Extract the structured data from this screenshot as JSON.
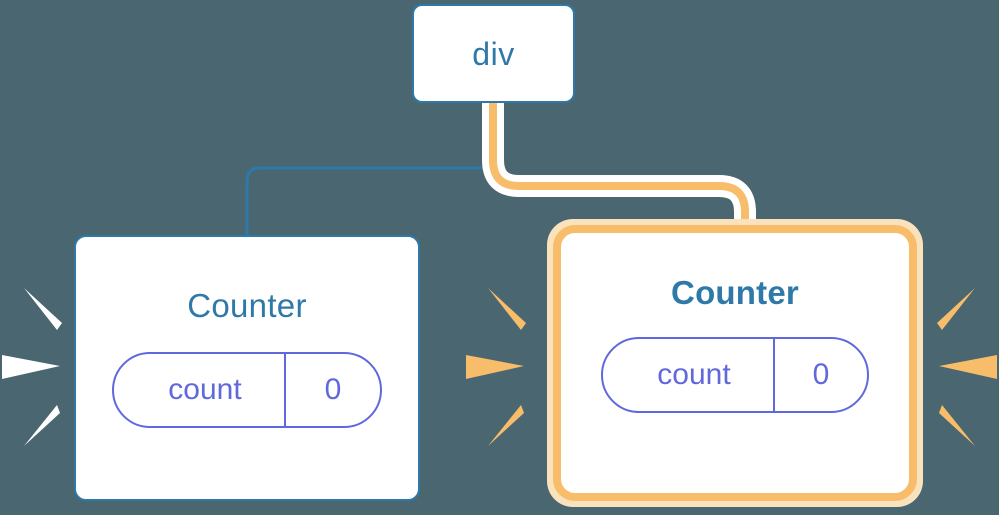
{
  "diagram": {
    "title": "component-update-highlight",
    "background_color": "#4a6670"
  },
  "colors": {
    "background": "#4a6670",
    "node_border_blue": "#2f79a8",
    "node_text_blue": "#2f79a8",
    "node_fill": "#ffffff",
    "state_purple": "#6168dd",
    "highlight_orange": "#f8bd6a",
    "highlight_glow": "#fae3bc",
    "wire_blue": "#2f79a8",
    "wire_orange": "#f8bd6a",
    "wire_halo": "#ffffff",
    "spark_white": "#ffffff",
    "spark_orange": "#f8bd6a"
  },
  "nodes": {
    "root": {
      "label": "div",
      "highlighted": false
    },
    "left_counter": {
      "label": "Counter",
      "highlighted": false,
      "state": {
        "key": "count",
        "value": "0"
      }
    },
    "right_counter": {
      "label": "Counter",
      "highlighted": true,
      "state": {
        "key": "count",
        "value": "0"
      }
    }
  },
  "edges": [
    {
      "name": "div-to-left-counter",
      "from": "div",
      "to": "left_counter",
      "color": "#2f79a8",
      "style": "thin",
      "highlighted": false
    },
    {
      "name": "div-to-right-counter",
      "from": "div",
      "to": "right_counter",
      "color": "#f8bd6a",
      "style": "thick-with-halo",
      "highlighted": true
    }
  ],
  "bursts": [
    {
      "name": "burst-left-of-left-counter",
      "color": "#ffffff",
      "rays": 3
    },
    {
      "name": "burst-right-of-left-counter",
      "color": "#f8bd6a",
      "rays": 3
    },
    {
      "name": "burst-right-of-right-counter",
      "color": "#f8bd6a",
      "rays": 3
    }
  ]
}
